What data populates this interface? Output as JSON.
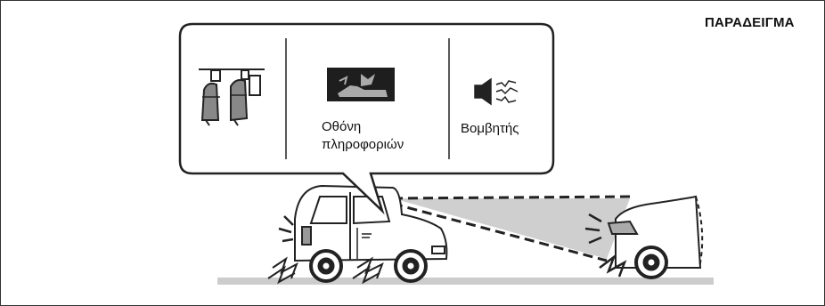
{
  "example_label": "ΠΑΡΑΔΕΙΓΜΑ",
  "callout": {
    "display_caption_line1": "Οθόνη",
    "display_caption_line2": "πληροφοριών",
    "buzzer_caption": "Βομβητής"
  },
  "icons": [
    "foot-pedals-icon",
    "info-display-warning-icon",
    "speaker-buzzer-icon"
  ],
  "colors": {
    "display_bg": "#1e1e1e",
    "sensor_cone": "#cfcfcf",
    "road": "#cccccc",
    "line": "#222222"
  }
}
